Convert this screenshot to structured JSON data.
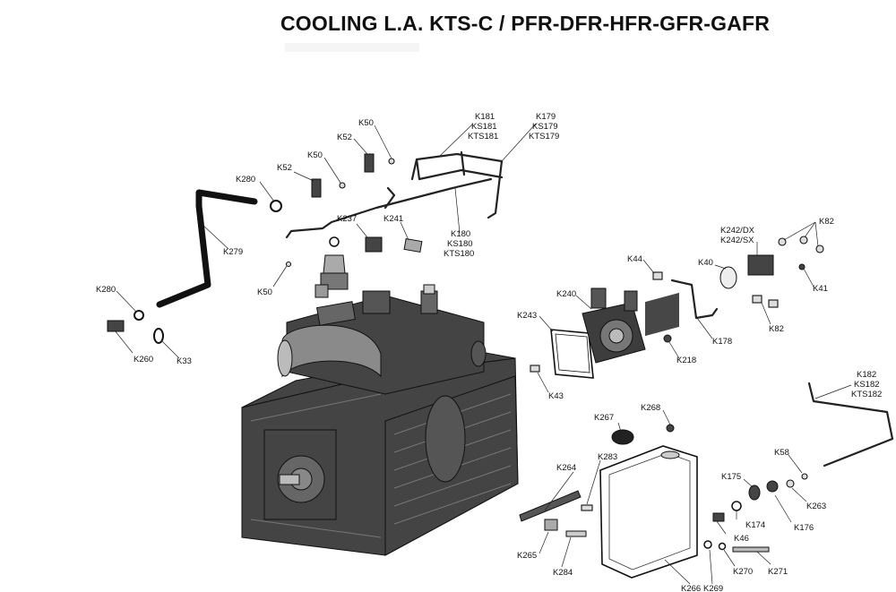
{
  "title": "COOLING L.A. KTS-C / PFR-DFR-HFR-GFR-GAFR",
  "labels": {
    "k50_a": "K50",
    "k52_a": "K52",
    "k50_b": "K50",
    "k52_b": "K52",
    "k280_a": "K280",
    "k181": [
      "K181",
      "KS181",
      "KTS181"
    ],
    "k179": [
      "K179",
      "KS179",
      "KTS179"
    ],
    "k237": "K237",
    "k241": "K241",
    "k180": [
      "K180",
      "KS180",
      "KTS180"
    ],
    "k279": "K279",
    "k50_c": "K50",
    "k280_b": "K280",
    "k260": "K260",
    "k33": "K33",
    "k242": [
      "K242/DX",
      "K242/SX"
    ],
    "k82_a": "K82",
    "k44": "K44",
    "k40": "K40",
    "k41": "K41",
    "k240": "K240",
    "k243": "K243",
    "k82_b": "K82",
    "k178": "K178",
    "k218": "K218",
    "k43": "K43",
    "k182": [
      "K182",
      "KS182",
      "KTS182"
    ],
    "k268": "K268",
    "k267": "K267",
    "k283": "K283",
    "k58": "K58",
    "k264": "K264",
    "k175": "K175",
    "k263": "K263",
    "k174": "K174",
    "k176": "K176",
    "k46": "K46",
    "k265": "K265",
    "k284": "K284",
    "k270": "K270",
    "k271": "K271",
    "k266": "K266",
    "k269": "K269"
  },
  "icons": {
    "gearbox": "gearbox-housing",
    "pump": "oil-pump",
    "tank": "oil-tank"
  }
}
